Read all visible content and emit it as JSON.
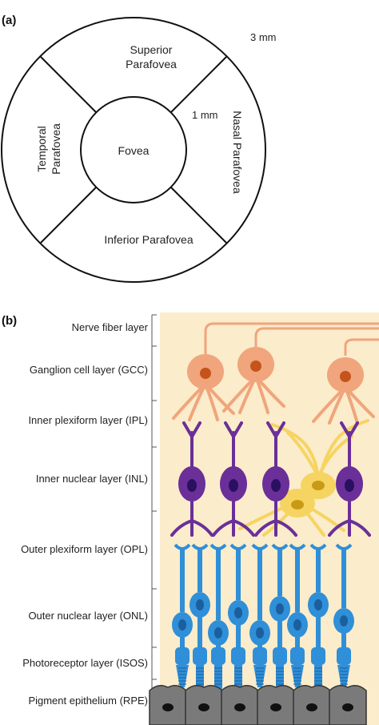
{
  "colors": {
    "background": "#fbeccb",
    "ganglion": "#f0a57c",
    "ganglion_dark": "#c4541b",
    "bipolar": "#6a2f98",
    "bipolar_dark": "#2a1060",
    "horizontal": "#f5d461",
    "horizontal_dark": "#c89a16",
    "photoreceptor": "#2f8fd8",
    "photoreceptor_dark": "#1b5f9e",
    "rpe": "#7a7a7a",
    "rpe_nucleus": "#111111"
  },
  "panel_a": {
    "label": "(a)",
    "regions": {
      "center": "Fovea",
      "superior_line1": "Superior",
      "superior_line2": "Parafovea",
      "inferior": "Inferior Parafovea",
      "temporal_line1": "Temporal",
      "temporal_line2": "Parafovea",
      "nasal": "Nasal Parafovea"
    },
    "diameters": {
      "inner": "1 mm",
      "outer": "3 mm"
    }
  },
  "panel_b": {
    "label": "(b)",
    "layers": [
      "Nerve fiber layer",
      "Ganglion cell layer (GCC)",
      "Inner plexiform layer (IPL)",
      "Inner nuclear layer (INL)",
      "Outer plexiform layer (OPL)",
      "Outer nuclear layer (ONL)",
      "Photoreceptor layer (ISOS)",
      "Pigment epithelium (RPE)"
    ]
  }
}
